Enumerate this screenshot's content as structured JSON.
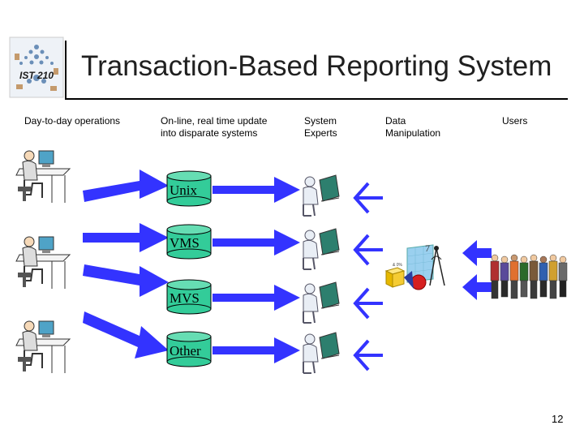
{
  "logo": {
    "text": "IST 210"
  },
  "title": "Transaction-Based Reporting System",
  "headers": {
    "day_to_day": "Day-to-day operations",
    "online_line1": "On-line, real time update",
    "online_line2": "into disparate systems",
    "experts_line1": "System",
    "experts_line2": "Experts",
    "data_line1": "Data",
    "data_line2": "Manipulation",
    "users": "Users"
  },
  "systems": [
    "Unix",
    "VMS",
    "MVS",
    "Other"
  ],
  "page_number": "12",
  "colors": {
    "arrow": "#3333ff",
    "cylinder": "#33cc99",
    "rule": "#000000"
  }
}
